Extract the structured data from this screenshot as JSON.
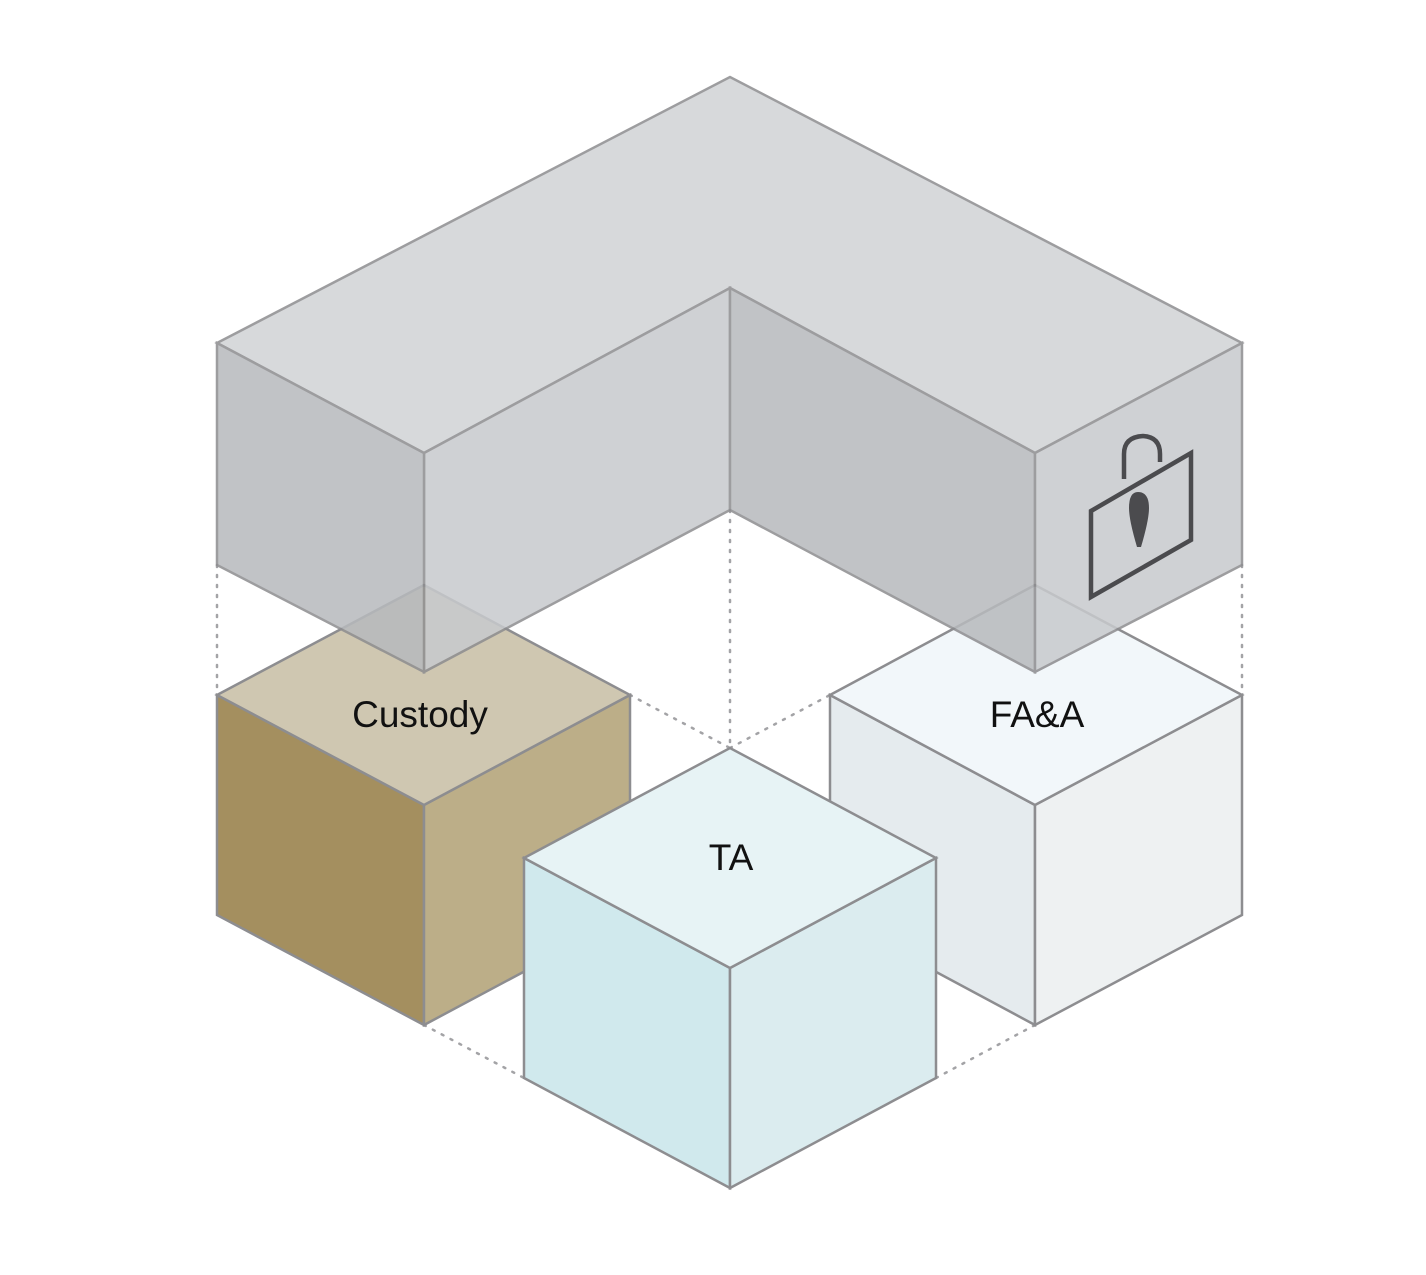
{
  "blocks": [
    {
      "id": "custody",
      "label": "Custody"
    },
    {
      "id": "ta",
      "label": "TA"
    },
    {
      "id": "faa",
      "label": "FA&A"
    }
  ],
  "shared_layer": {
    "icon": "lock-icon"
  },
  "colors": {
    "slab_top": "#d1d3d6",
    "slab_side": "#b7babd",
    "slab_inner": "#c8cacd",
    "custody_top": "#cfc7b1",
    "custody_left": "#a48f5f",
    "custody_right": "#bcae88",
    "ta_top": "#e7f3f5",
    "ta_left": "#d0e9ed",
    "ta_right": "#dbecef",
    "faa_top": "#f2f7fa",
    "faa_left": "#e5ebee",
    "faa_right": "#eef1f2",
    "lock": "#4b4b4e",
    "edge": "#8d8d90"
  }
}
